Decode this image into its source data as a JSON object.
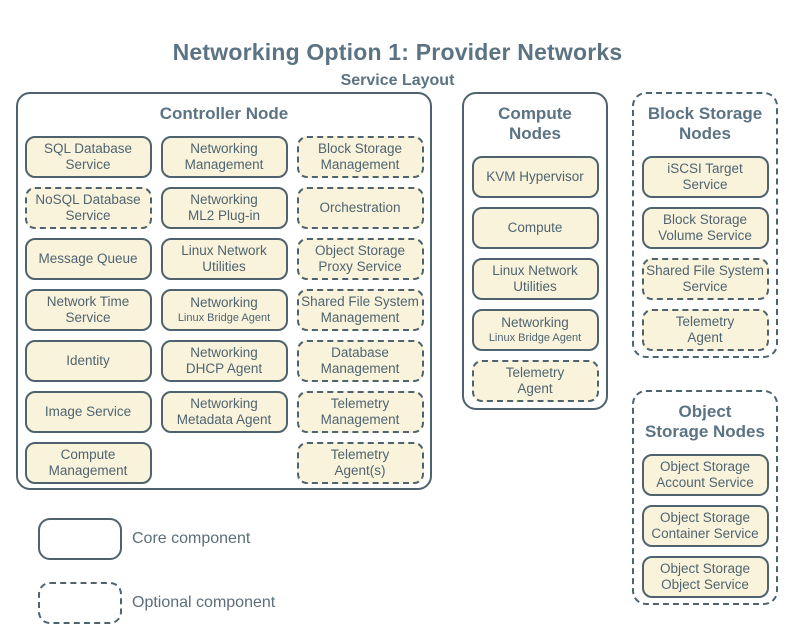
{
  "page": {
    "title": "Networking Option 1: Provider Networks",
    "subtitle": "Service Layout"
  },
  "colors": {
    "background": "#ffffff",
    "heading": "#5b7383",
    "border": "#4f636e",
    "box_fill": "#faf3dc",
    "text": "#4e6470",
    "legend_text": "#5c6e79"
  },
  "groups": [
    {
      "id": "controller-node",
      "label_lines": [
        "Controller Node"
      ],
      "style": "solid",
      "columns": 3,
      "services": [
        {
          "name": "sql-database-service",
          "lines": [
            "SQL Database",
            "Service"
          ],
          "type": "core"
        },
        {
          "name": "networking-management",
          "lines": [
            "Networking",
            "Management"
          ],
          "type": "core"
        },
        {
          "name": "block-storage-management",
          "lines": [
            "Block Storage",
            "Management"
          ],
          "type": "optional"
        },
        {
          "name": "nosql-database-service",
          "lines": [
            "NoSQL Database",
            "Service"
          ],
          "type": "optional"
        },
        {
          "name": "networking-ml2-plug-in",
          "lines": [
            "Networking",
            "ML2 Plug-in"
          ],
          "type": "core"
        },
        {
          "name": "orchestration",
          "lines": [
            "Orchestration"
          ],
          "type": "optional"
        },
        {
          "name": "message-queue",
          "lines": [
            "Message Queue"
          ],
          "type": "core"
        },
        {
          "name": "linux-network-utilities",
          "lines": [
            "Linux Network",
            "Utilities"
          ],
          "type": "core"
        },
        {
          "name": "object-storage-proxy-service",
          "lines": [
            "Object Storage",
            "Proxy Service"
          ],
          "type": "optional"
        },
        {
          "name": "network-time-service",
          "lines": [
            "Network Time",
            "Service"
          ],
          "type": "core"
        },
        {
          "name": "networking-linux-bridge-agent",
          "lines": [
            "Networking"
          ],
          "sublines": [
            "Linux Bridge Agent"
          ],
          "type": "core"
        },
        {
          "name": "shared-file-system-management",
          "lines": [
            "Shared File System",
            "Management"
          ],
          "type": "optional"
        },
        {
          "name": "identity",
          "lines": [
            "Identity"
          ],
          "type": "core"
        },
        {
          "name": "networking-dhcp-agent",
          "lines": [
            "Networking",
            "DHCP Agent"
          ],
          "type": "core"
        },
        {
          "name": "database-management",
          "lines": [
            "Database",
            "Management"
          ],
          "type": "optional"
        },
        {
          "name": "image-service",
          "lines": [
            "Image Service"
          ],
          "type": "core"
        },
        {
          "name": "networking-metadata-agent",
          "lines": [
            "Networking",
            "Metadata Agent"
          ],
          "type": "core"
        },
        {
          "name": "telemetry-management",
          "lines": [
            "Telemetry",
            "Management"
          ],
          "type": "optional"
        },
        {
          "name": "compute-management",
          "lines": [
            "Compute",
            "Management"
          ],
          "type": "core"
        },
        {
          "type": "empty"
        },
        {
          "name": "telemetry-agents",
          "lines": [
            "Telemetry",
            "Agent(s)"
          ],
          "type": "optional"
        }
      ]
    },
    {
      "id": "compute-nodes",
      "label_lines": [
        "Compute",
        "Nodes"
      ],
      "style": "solid",
      "columns": 1,
      "services": [
        {
          "name": "kvm-hypervisor",
          "lines": [
            "KVM Hypervisor"
          ],
          "type": "core"
        },
        {
          "name": "compute",
          "lines": [
            "Compute"
          ],
          "type": "core"
        },
        {
          "name": "linux-network-utilities",
          "lines": [
            "Linux Network",
            "Utilities"
          ],
          "type": "core"
        },
        {
          "name": "networking-linux-bridge-agent",
          "lines": [
            "Networking"
          ],
          "sublines": [
            "Linux Bridge Agent"
          ],
          "type": "core"
        },
        {
          "name": "telemetry-agent",
          "lines": [
            "Telemetry",
            "Agent"
          ],
          "type": "optional"
        }
      ]
    },
    {
      "id": "block-storage-nodes",
      "label_lines": [
        "Block Storage",
        "Nodes"
      ],
      "style": "dashed",
      "columns": 1,
      "services": [
        {
          "name": "iscsi-target-service",
          "lines": [
            "iSCSI Target",
            "Service"
          ],
          "type": "core"
        },
        {
          "name": "block-storage-volume-service",
          "lines": [
            "Block Storage",
            "Volume Service"
          ],
          "type": "core"
        },
        {
          "name": "shared-file-system-service",
          "lines": [
            "Shared File System",
            "Service"
          ],
          "type": "optional"
        },
        {
          "name": "telemetry-agent",
          "lines": [
            "Telemetry",
            "Agent"
          ],
          "type": "optional"
        }
      ]
    },
    {
      "id": "object-storage-nodes",
      "label_lines": [
        "Object",
        "Storage Nodes"
      ],
      "style": "dashed",
      "columns": 1,
      "services": [
        {
          "name": "object-storage-account-service",
          "lines": [
            "Object Storage",
            "Account Service"
          ],
          "type": "core"
        },
        {
          "name": "object-storage-container-service",
          "lines": [
            "Object Storage",
            "Container Service"
          ],
          "type": "core"
        },
        {
          "name": "object-storage-object-service",
          "lines": [
            "Object Storage",
            "Object Service"
          ],
          "type": "core"
        }
      ]
    }
  ],
  "legend": {
    "items": [
      {
        "label": "Core component",
        "style": "solid"
      },
      {
        "label": "Optional component",
        "style": "dashed"
      }
    ]
  }
}
